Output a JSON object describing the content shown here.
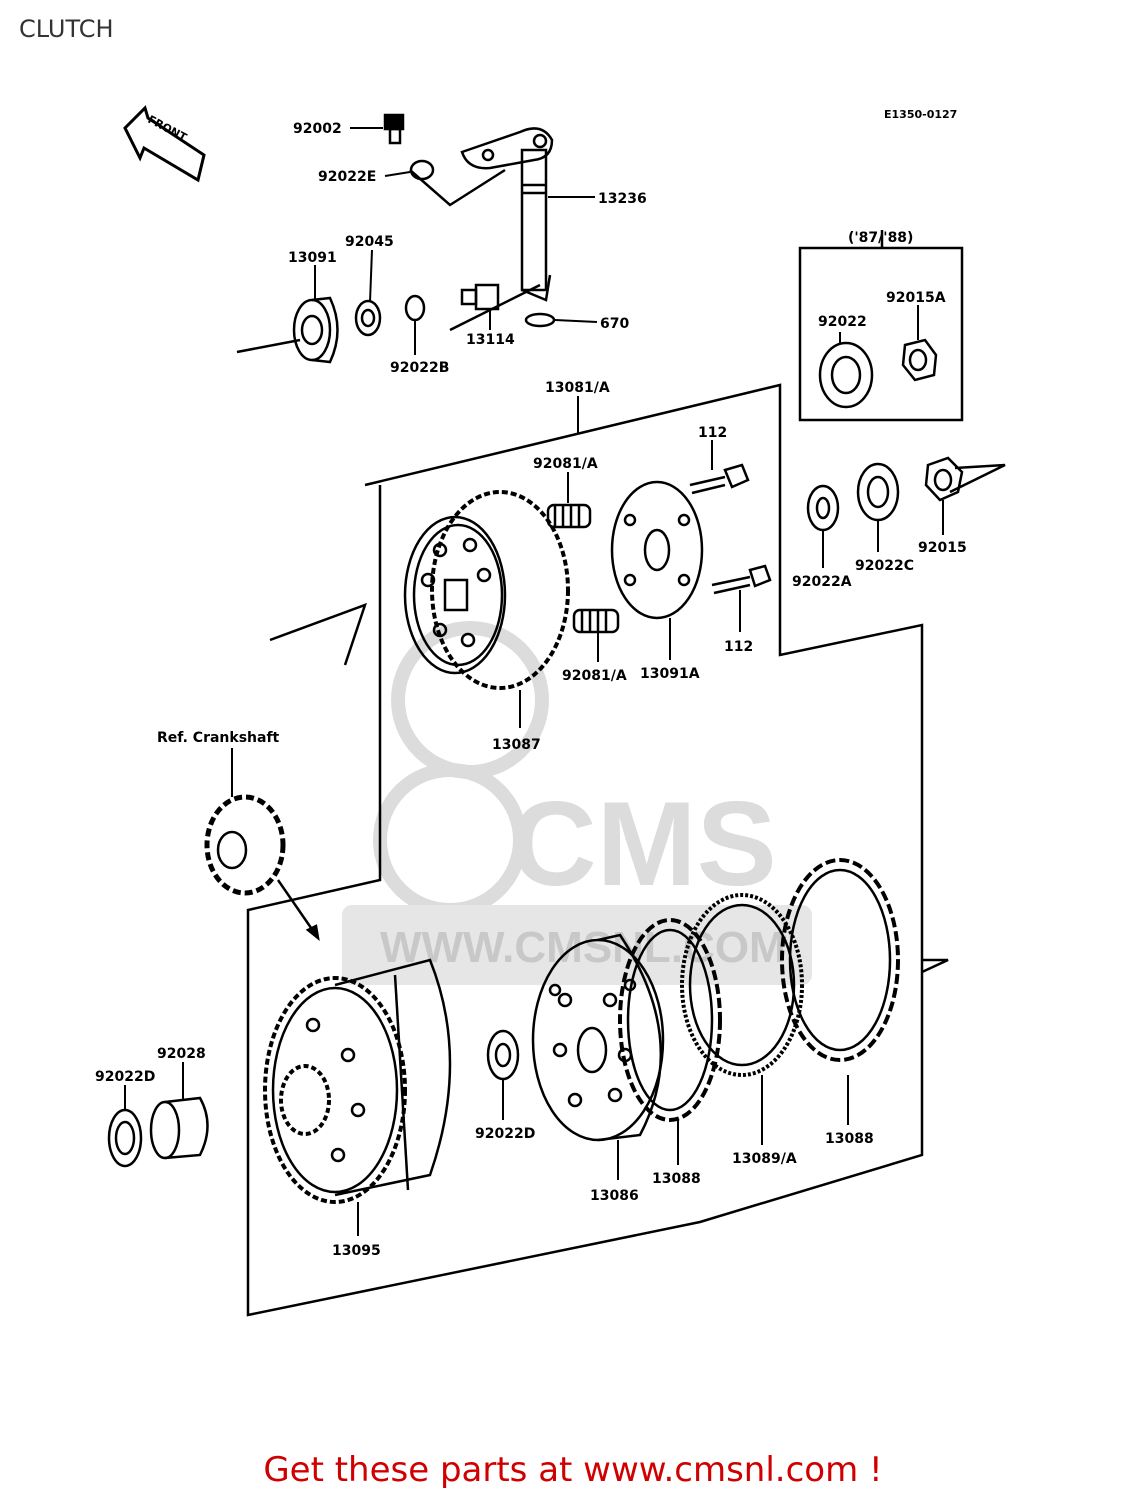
{
  "page": {
    "title": "CLUTCH"
  },
  "diagram": {
    "code": "E1350-0127",
    "front_label": "FRONT",
    "year_box": "('87/'88)",
    "ref_crankshaft": "Ref. Crankshaft",
    "parts": {
      "p92002": "92002",
      "p92022E": "92022E",
      "p13236": "13236",
      "p13091": "13091",
      "p92045": "92045",
      "p13114": "13114",
      "p670": "670",
      "p92022B": "92022B",
      "p92022_box": "92022",
      "p92015A": "92015A",
      "p13081A": "13081/A",
      "p92081A_top": "92081/A",
      "p112_top": "112",
      "p92022A": "92022A",
      "p92022C": "92022C",
      "p92015": "92015",
      "p112_bottom": "112",
      "p92081A_bottom": "92081/A",
      "p13091A": "13091A",
      "p13087": "13087",
      "p92028": "92028",
      "p92022D_left": "92022D",
      "p92022D_mid": "92022D",
      "p13095": "13095",
      "p13086": "13086",
      "p13088_left": "13088",
      "p13089A": "13089/A",
      "p13088_right": "13088"
    }
  },
  "watermark": {
    "brand": "CMS",
    "url": "WWW.CMSNL.COM"
  },
  "footer": {
    "cta": "Get these parts at www.cmsnl.com !"
  },
  "colors": {
    "cta": "#d00000",
    "line": "#000000",
    "watermark": "#d9d9d9"
  }
}
